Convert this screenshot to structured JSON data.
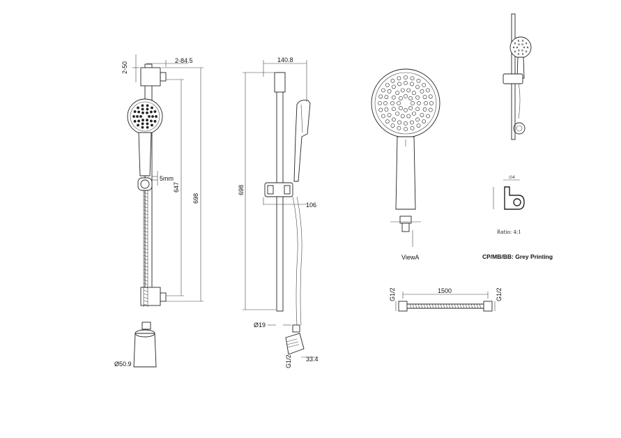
{
  "front_view": {
    "dim_top_bracket_offset": "2-50",
    "dim_bracket_depth": "2-84.5",
    "dim_rail_span": "647",
    "dim_total_length": "698",
    "dim_gap": "5mm",
    "dim_wall_flange": "Ø50.9"
  },
  "side_view": {
    "dim_reach": "140.8",
    "dim_total_length": "698",
    "dim_holder_offset": "106",
    "dim_rail_diameter": "Ø19",
    "dim_connector_thread": "G1/2",
    "dim_connector_size": "33.4"
  },
  "view_a": {
    "caption": "ViewA"
  },
  "logo_detail": {
    "ratio_text": "Ratio: 4:1",
    "finish_note": "CP/MB/BB: Grey Printing"
  },
  "hose": {
    "length": "1500",
    "left_thread": "G1/2",
    "right_thread": "G1/2"
  },
  "colors": {
    "line": "#222222",
    "background": "#ffffff"
  }
}
